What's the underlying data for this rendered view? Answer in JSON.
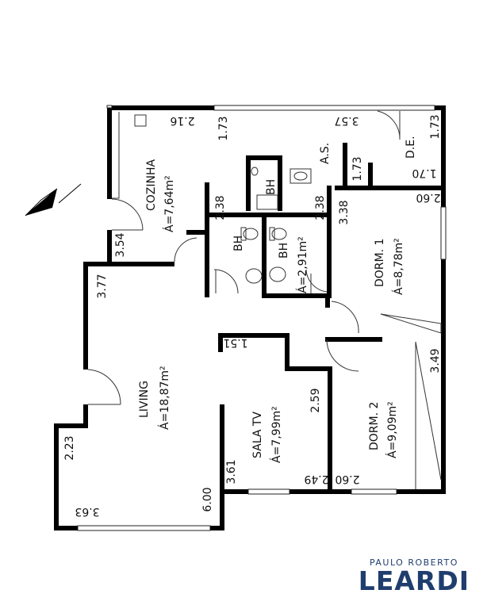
{
  "rooms": {
    "cozinha": {
      "name": "COZINHA",
      "area": "Á=7,64m²"
    },
    "as": {
      "name": "A.S."
    },
    "de": {
      "name": "D.E."
    },
    "bh_top": {
      "name": "BH"
    },
    "bh_left": {
      "name": "BH"
    },
    "bh_right": {
      "name": "BH",
      "area": "Á=2,91m²"
    },
    "dorm1": {
      "name": "DORM. 1",
      "area": "Á=8,78m²"
    },
    "living": {
      "name": "LIVING",
      "area": "Á=18,87m²"
    },
    "sala_tv": {
      "name": "SALA TV",
      "area": "Á=7,99m²"
    },
    "dorm2": {
      "name": "DORM. 2",
      "area": "Á=9,09m²"
    }
  },
  "dimensions": {
    "d216": "2.16",
    "d173a": "1.73",
    "d357": "3.57",
    "d173b": "1.73",
    "d173c": "1.73",
    "d170": "1.70",
    "d238a": "2.38",
    "d238b": "2.38",
    "d338": "3.38",
    "d260a": "2.60",
    "d354": "3.54",
    "d377": "3.77",
    "d151": "1.51",
    "d349": "3.49",
    "d259": "2.59",
    "d223": "2.23",
    "d361": "3.61",
    "d249": "2.49",
    "d260b": "2.60",
    "d600": "6.00",
    "d363": "3.63"
  },
  "brand": {
    "top": "PAULO ROBERTO",
    "main": "LEARDI",
    "color": "#1f3e6e"
  },
  "icons": {
    "north": "north-arrow-icon"
  }
}
